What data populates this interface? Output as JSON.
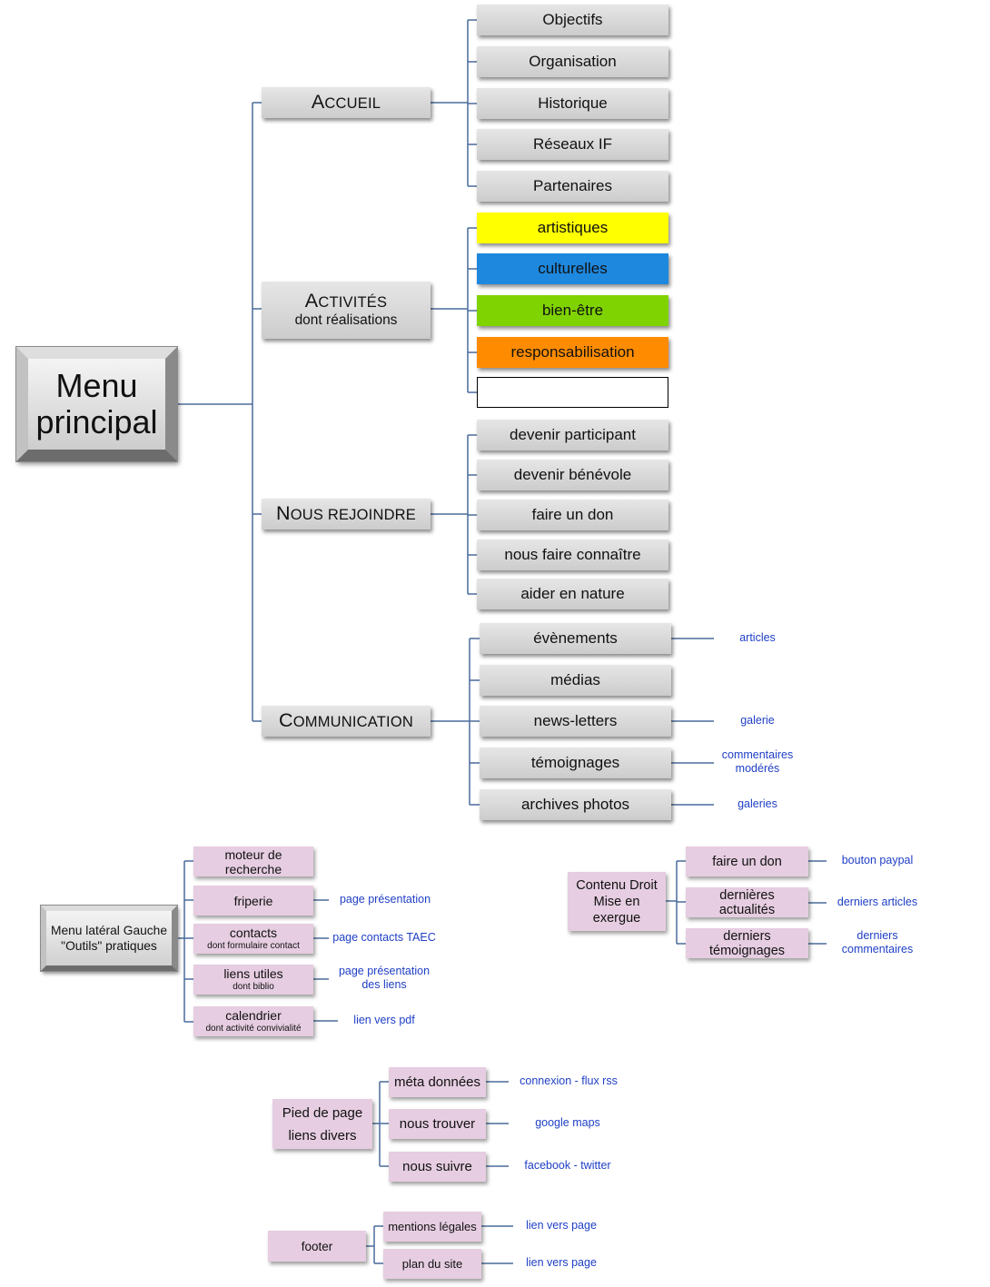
{
  "colors": {
    "connector": "#4a6c9b",
    "link_text": "#1f3fc6",
    "pink_box": "#e6cde1"
  },
  "root": {
    "label": "Menu\nprincipal"
  },
  "main_menu": [
    {
      "label": "ACCUEIL",
      "children": [
        {
          "label": "Objectifs"
        },
        {
          "label": "Organisation"
        },
        {
          "label": "Historique"
        },
        {
          "label": "Réseaux IF"
        },
        {
          "label": "Partenaires"
        }
      ]
    },
    {
      "label": "ACTIVITÉS",
      "sublabel": "dont réalisations",
      "children": [
        {
          "label": "artistiques",
          "color": "#ffff00"
        },
        {
          "label": "culturelles",
          "color": "#1e88de"
        },
        {
          "label": "bien-être",
          "color": "#7fd300"
        },
        {
          "label": "responsabilisation",
          "color": "#ff8c00"
        },
        {
          "color": "#ffffff"
        }
      ]
    },
    {
      "label": "NOUS REJOINDRE",
      "children": [
        {
          "label": "devenir participant"
        },
        {
          "label": "devenir bénévole"
        },
        {
          "label": "faire un don"
        },
        {
          "label": "nous faire connaître"
        },
        {
          "label": "aider en nature"
        }
      ]
    },
    {
      "label": "COMMUNICATION",
      "children": [
        {
          "label": "évènements",
          "link": "articles"
        },
        {
          "label": "médias"
        },
        {
          "label": "news-letters",
          "link": "galerie"
        },
        {
          "label": "témoignages",
          "link": "commentaires\nmodérés"
        },
        {
          "label": "archives photos",
          "link": "galeries"
        }
      ]
    }
  ],
  "left_menu": {
    "label": "Menu latéral Gauche\n\"Outils\" pratiques",
    "items": [
      {
        "label": "moteur de\nrecherche"
      },
      {
        "label": "friperie",
        "link": "page présentation"
      },
      {
        "label": "contacts",
        "sublabel": "dont formulaire contact",
        "link": "page contacts TAEC"
      },
      {
        "label": "liens utiles",
        "sublabel": "dont biblio",
        "link": "page présentation\ndes liens"
      },
      {
        "label": "calendrier",
        "sublabel": "dont activité convivialité",
        "link": "lien vers pdf"
      }
    ]
  },
  "right_content": {
    "label": "Contenu Droit\nMise en\nexergue",
    "items": [
      {
        "label": "faire un don",
        "link": "bouton paypal"
      },
      {
        "label": "dernières\nactualités",
        "link": "derniers articles"
      },
      {
        "label": "derniers\ntémoignages",
        "link": "derniers\ncommentaires"
      }
    ]
  },
  "page_footer_section": {
    "label": "Pied de page\nliens divers",
    "items": [
      {
        "label": "méta données",
        "link": "connexion - flux rss"
      },
      {
        "label": "nous trouver",
        "link": "google maps"
      },
      {
        "label": "nous suivre",
        "link": "facebook - twitter"
      }
    ]
  },
  "footer": {
    "label": "footer",
    "items": [
      {
        "label": "mentions légales",
        "link": "lien vers page"
      },
      {
        "label": "plan du site",
        "link": "lien vers page"
      }
    ]
  }
}
